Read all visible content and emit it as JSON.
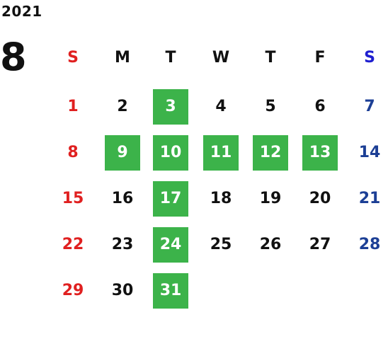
{
  "year": "2021",
  "month": "8",
  "colors": {
    "sunday": "#e02020",
    "saturday": "#1c3f95",
    "saturday_header": "#1f1fd0",
    "weekday": "#111111",
    "highlight_bg": "#3cb34a",
    "highlight_text": "#ffffff"
  },
  "weekdays": [
    "S",
    "M",
    "T",
    "W",
    "T",
    "F",
    "S"
  ],
  "weeks": [
    [
      {
        "d": "1"
      },
      {
        "d": "2"
      },
      {
        "d": "3",
        "hl": true
      },
      {
        "d": "4"
      },
      {
        "d": "5"
      },
      {
        "d": "6"
      },
      {
        "d": "7"
      }
    ],
    [
      {
        "d": "8"
      },
      {
        "d": "9",
        "hl": true
      },
      {
        "d": "10",
        "hl": true
      },
      {
        "d": "11",
        "hl": true
      },
      {
        "d": "12",
        "hl": true
      },
      {
        "d": "13",
        "hl": true
      },
      {
        "d": "14"
      }
    ],
    [
      {
        "d": "15"
      },
      {
        "d": "16"
      },
      {
        "d": "17",
        "hl": true
      },
      {
        "d": "18"
      },
      {
        "d": "19"
      },
      {
        "d": "20"
      },
      {
        "d": "21"
      }
    ],
    [
      {
        "d": "22"
      },
      {
        "d": "23"
      },
      {
        "d": "24",
        "hl": true
      },
      {
        "d": "25"
      },
      {
        "d": "26"
      },
      {
        "d": "27"
      },
      {
        "d": "28"
      }
    ],
    [
      {
        "d": "29"
      },
      {
        "d": "30"
      },
      {
        "d": "31",
        "hl": true
      }
    ]
  ]
}
